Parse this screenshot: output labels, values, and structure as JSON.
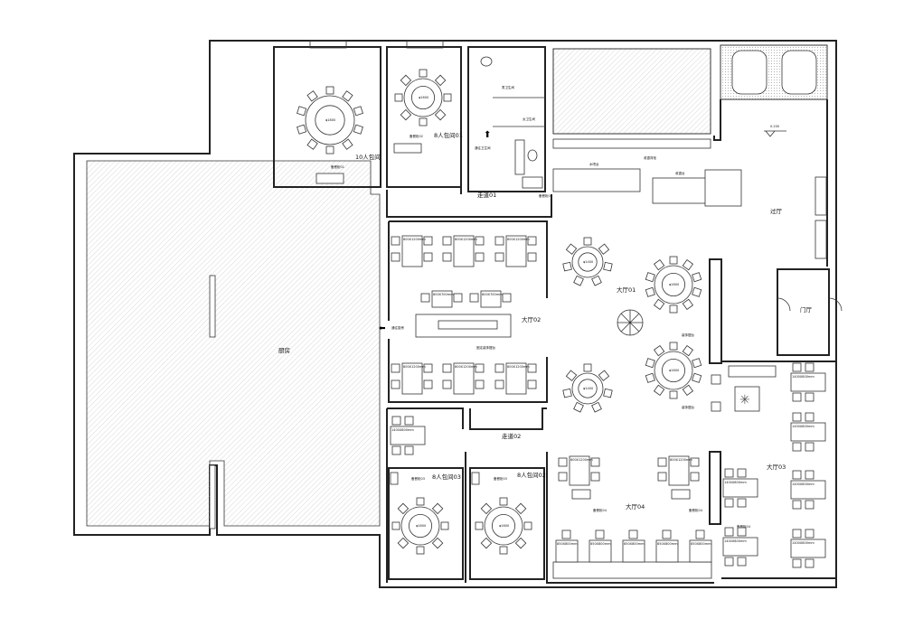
{
  "rooms": {
    "kitchen": "厨房",
    "private_10": "10人包间",
    "private_8_01": "8人包间01",
    "private_8_02": "8人包间02",
    "private_8_03": "8人包间03",
    "mens_wc": "男卫生间",
    "womens_wc": "女卫生间",
    "to_wc": "通往卫生间",
    "corridor_01": "走道01",
    "corridor_02": "走道02",
    "hall_01": "大厅01",
    "hall_02": "大厅02",
    "hall_03": "大厅03",
    "hall_04": "大厅04",
    "lobby": "过厅",
    "entrance": "门厅",
    "to_kitchen": "通往厨房"
  },
  "fixtures": {
    "server_01": "备餐柜01",
    "server_02": "备餐柜02",
    "server_03": "备餐柜03",
    "server_04": "备餐柜04",
    "server_05": "备餐柜05",
    "water_bar": "水吧台",
    "cashier_back": "收银背柜",
    "cashier": "收银台",
    "decor_stand": "装饰摆台",
    "fixed_decor_stand": "固定装饰摆台",
    "level": "0.200"
  },
  "dimensions": {
    "d1800": "φ1800",
    "d1600": "φ1600",
    "d1400": "φ1400",
    "t800x1200": "800X1200mm",
    "t800x700": "800X700mm",
    "t1400x800": "1400X800mm",
    "t850x800": "850X800mm"
  }
}
